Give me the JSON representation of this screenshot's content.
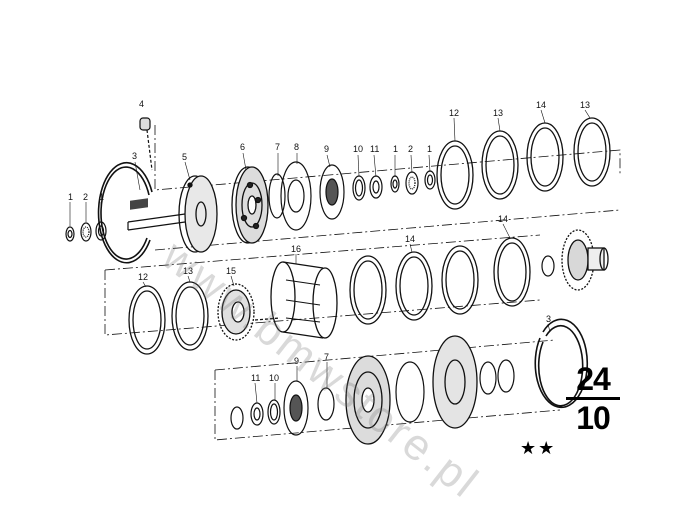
{
  "callouts": {
    "row1": [
      "1",
      "2",
      "1",
      "3",
      "4",
      "5",
      "6",
      "7",
      "8",
      "9",
      "10",
      "11",
      "1",
      "2",
      "1",
      "12",
      "13",
      "14",
      "13"
    ],
    "row2": [
      "12",
      "13",
      "15",
      "16",
      "14",
      "14"
    ],
    "row3": [
      "11",
      "10",
      "9",
      "7",
      "3"
    ]
  },
  "page_code": {
    "top": "24",
    "bottom": "10"
  },
  "stars": "★★",
  "watermark": "www.bmwstore.pl"
}
